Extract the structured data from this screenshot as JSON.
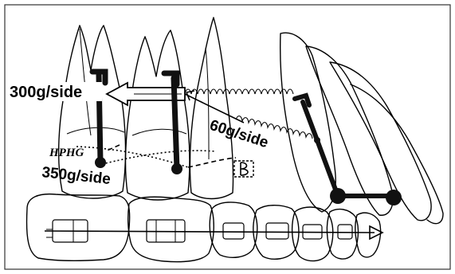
{
  "labels": {
    "force_left": "300g/side",
    "force_right": "60g/side",
    "force_hphg": "350g/side",
    "hphg": "HPHG"
  }
}
